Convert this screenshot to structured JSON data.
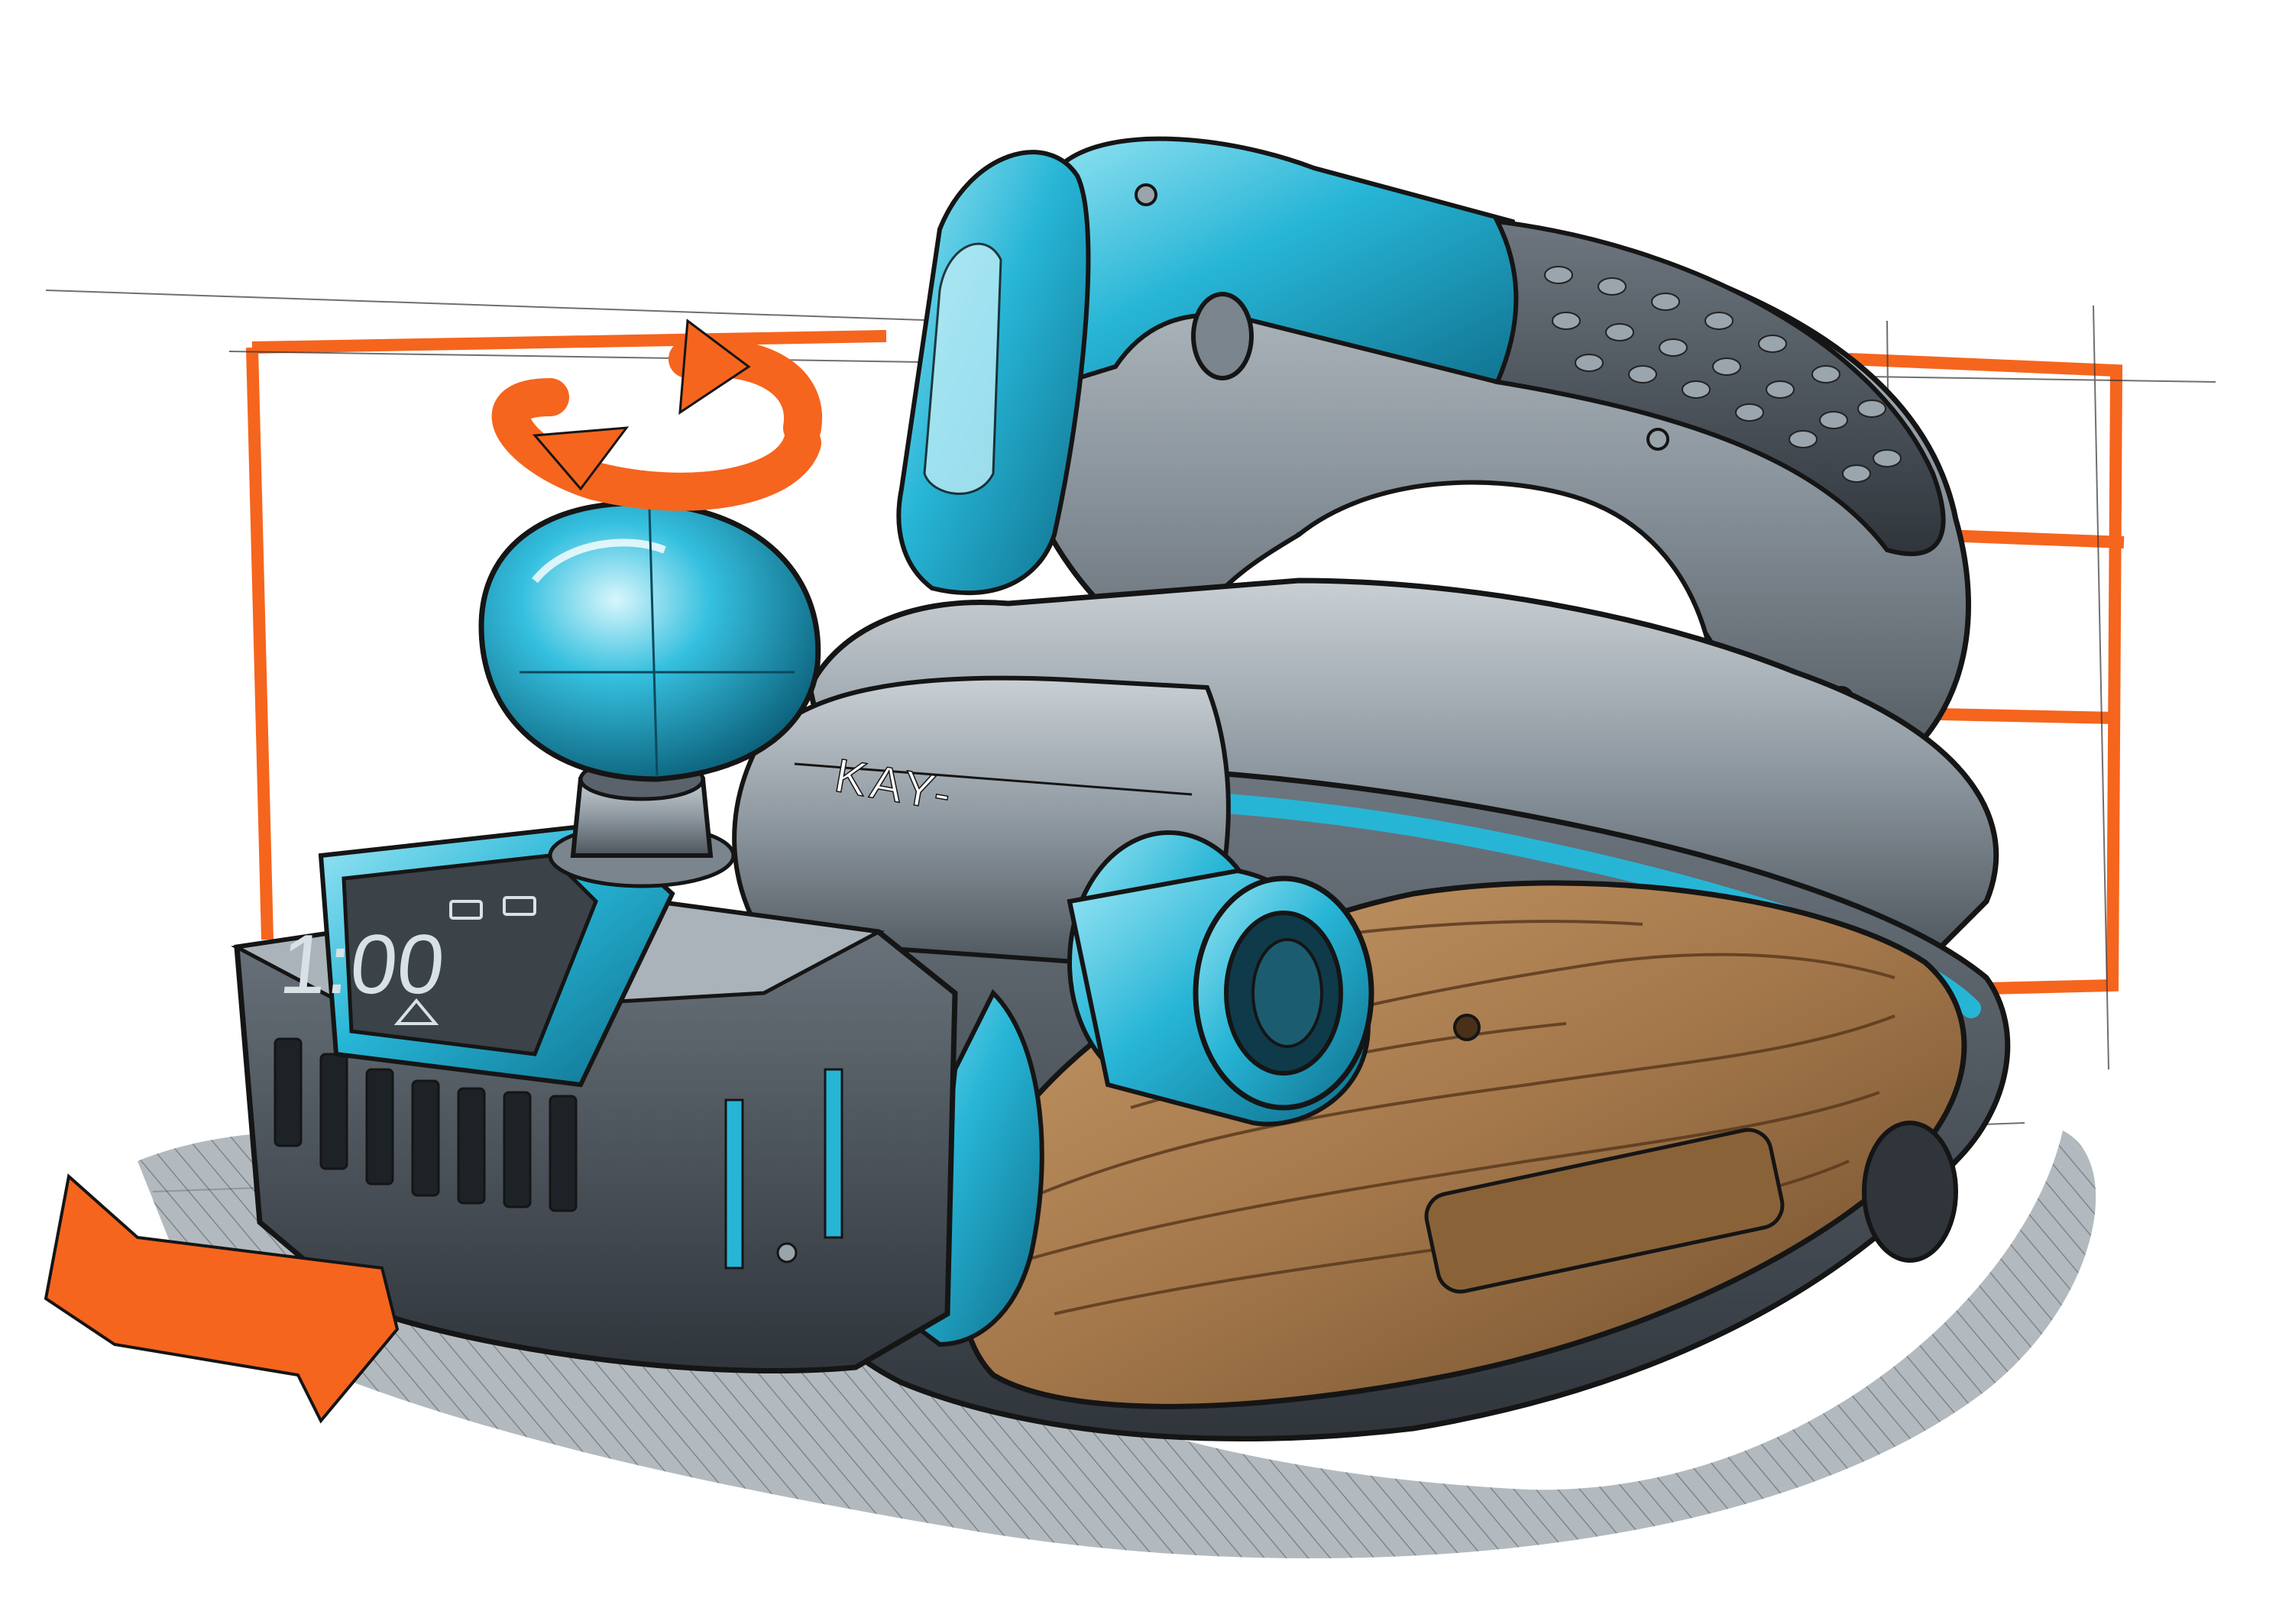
{
  "sketch": {
    "subject": "power-planer-marker-sketch",
    "brand_text": "KAY-",
    "display_text": "1:00",
    "colors": {
      "paper": "#ffffff",
      "accent_orange": "#f5651e",
      "body_cyan": "#27b5d6",
      "cyan_light": "#8fe0f0",
      "cool_gray": "#8d979f",
      "dark_gray": "#3f464d",
      "wood": "#a3774a",
      "wood_dark": "#6b4a2a",
      "ink": "#151515"
    },
    "icons": [
      "rotate-arrow-icon",
      "direction-arrow-icon",
      "battery-icon",
      "triangle-icon"
    ]
  }
}
